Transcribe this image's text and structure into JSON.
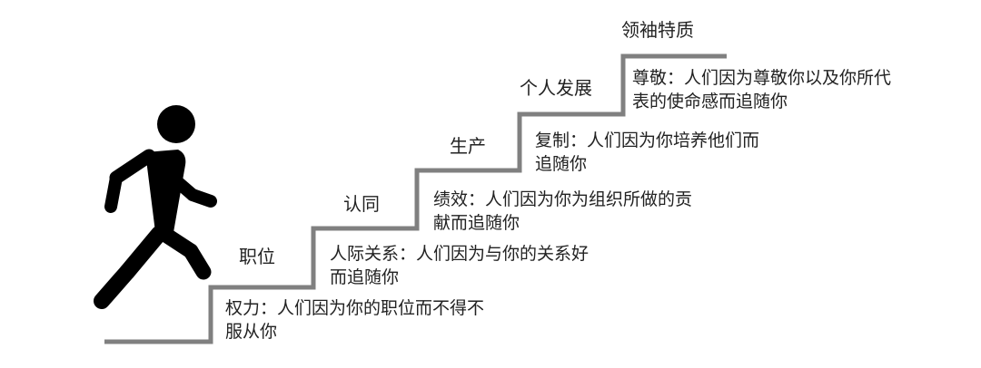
{
  "steps": [
    {
      "title": "职位",
      "desc": "权力：人们因为你的职位而不得不\n服从你"
    },
    {
      "title": "认同",
      "desc": "人际关系：人们因为与你的关系好\n而追随你"
    },
    {
      "title": "生产",
      "desc": "绩效：人们因为你为组织所做的贡\n献而追随你"
    },
    {
      "title": "个人发展",
      "desc": "复制：人们因为你培养他们而\n追随你"
    },
    {
      "title": "领袖特质",
      "desc": "尊敬：人们因为尊敬你以及你所代\n表的使命感而追随你"
    }
  ],
  "colors": {
    "stairs": "#808080",
    "figure": "#000000"
  },
  "icons": {
    "figure": "walking-person-icon"
  }
}
